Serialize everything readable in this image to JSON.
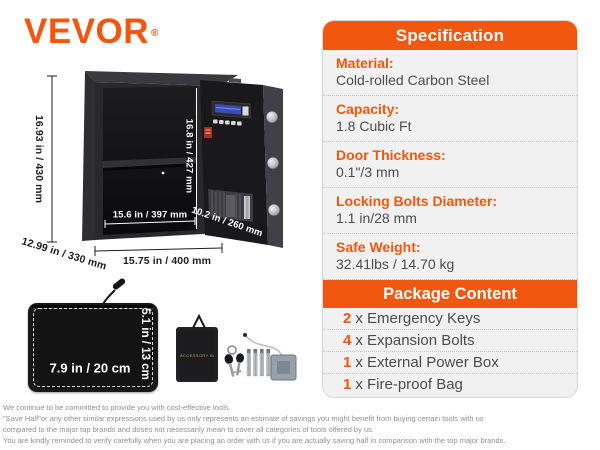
{
  "brand": {
    "logo_text": "VEVOR",
    "registered_mark": "®"
  },
  "colors": {
    "brand_orange": "#F2570F",
    "panel_background": "#F1F1F1",
    "spec_value_text": "#4B4B4B",
    "disclaimer_text": "#8F8F8F",
    "keypad_screen_blue": "#3A4DB5",
    "safe_body_dark": "#2B2B2E"
  },
  "safe_diagram": {
    "dimensions": {
      "height": "16.93 in / 430 mm",
      "depth": "12.99 in / 330 mm",
      "width": "15.75 in / 400 mm",
      "interior_width": "15.6 in / 397 mm",
      "interior_height": "16.8 in / 427 mm",
      "door_width": "10.2 in / 260 mm"
    }
  },
  "fireproof_bag": {
    "width_label": "7.9 in / 20 cm",
    "height_label": "5.1 in / 13 cm"
  },
  "accessory_pouch": {
    "label": "ACCESSORY BAG"
  },
  "spec_panel": {
    "title": "Specification",
    "specs": [
      {
        "label": "Material:",
        "value": "Cold-rolled Carbon Steel"
      },
      {
        "label": "Capacity:",
        "value": "1.8 Cubic Ft"
      },
      {
        "label": "Door Thickness:",
        "value": "0.1\"/3 mm"
      },
      {
        "label": "Locking Bolts Diameter:",
        "value": "1.1 in/28 mm"
      },
      {
        "label": "Safe Weight:",
        "value": "32.41lbs / 14.70 kg"
      }
    ],
    "package_title": "Package Content",
    "package_items": [
      {
        "qty": "2",
        "name": "x Emergency Keys"
      },
      {
        "qty": "4",
        "name": "x Expansion Bolts"
      },
      {
        "qty": "1",
        "name": "x External Power Box"
      },
      {
        "qty": "1",
        "name": "x Fire-proof Bag"
      }
    ]
  },
  "disclaimer": {
    "lines": [
      "We continue to be committed to provide you with cost-effective tools.",
      "\"Save Half\"or any other similar expressions used by us only represents an estimate of savings you might benefit from buying certain tools with us",
      "compared to the major top brands and doses not necessarily mean to cover all categories of tools offered by us.",
      "You are kindly reminded to verify carefully when you are placing an order with us if you are actually saving half in comparison with the top major brands."
    ]
  }
}
